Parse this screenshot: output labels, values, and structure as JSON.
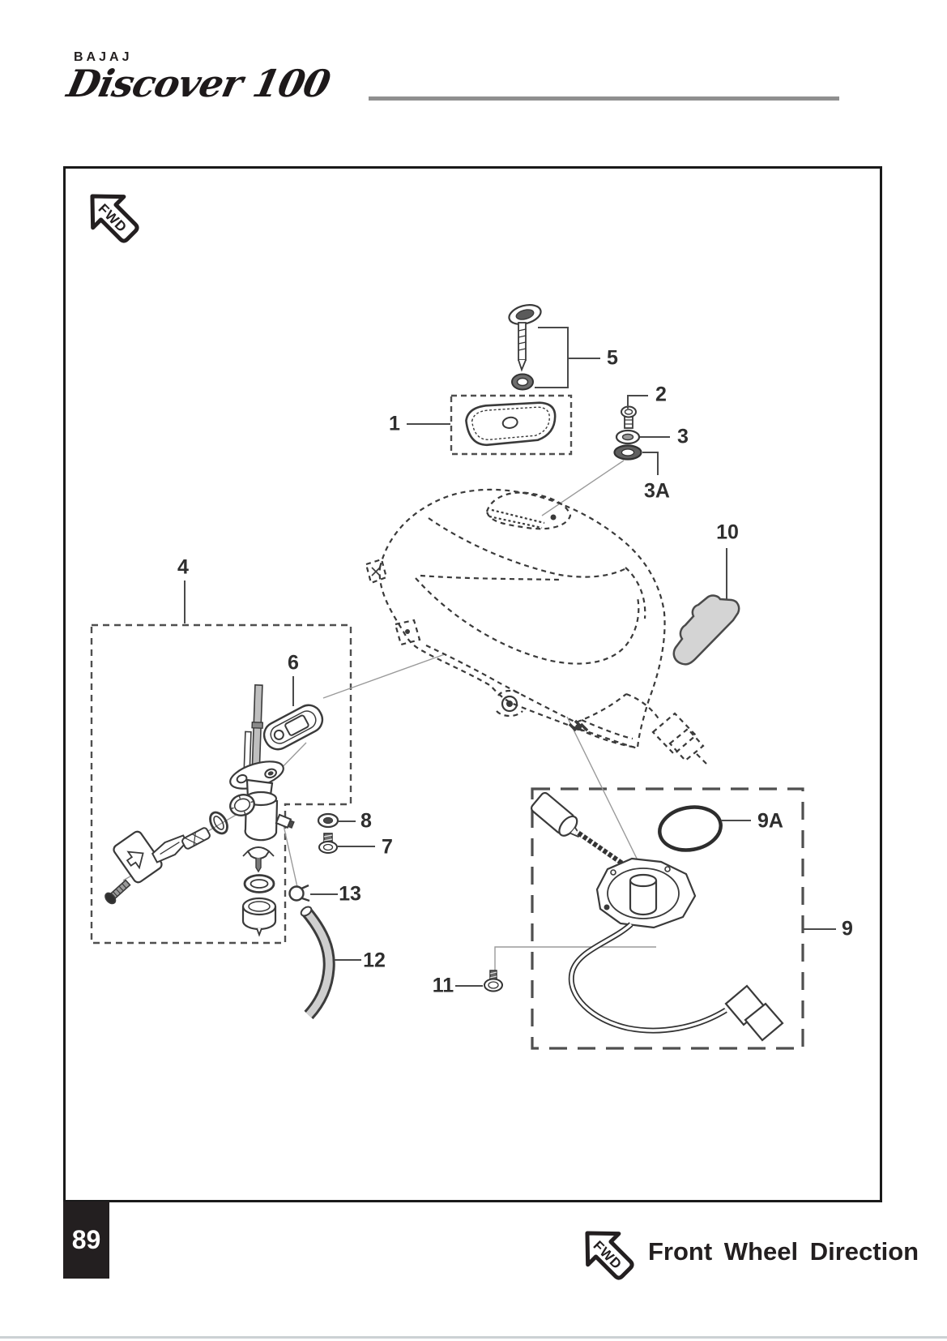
{
  "header": {
    "brand": "BAJAJ",
    "model": "Discover 100"
  },
  "fwd": "FWD",
  "footer": {
    "page_number": "89",
    "direction_label": "Front Wheel Direction"
  },
  "callouts": [
    {
      "label": "1"
    },
    {
      "label": "2"
    },
    {
      "label": "3"
    },
    {
      "label": "3A"
    },
    {
      "label": "4"
    },
    {
      "label": "5"
    },
    {
      "label": "6"
    },
    {
      "label": "7"
    },
    {
      "label": "8"
    },
    {
      "label": "9"
    },
    {
      "label": "9A"
    },
    {
      "label": "10"
    },
    {
      "label": "11"
    },
    {
      "label": "12"
    },
    {
      "label": "13"
    }
  ],
  "colors": {
    "ink": "#3a3a3a",
    "accent_gray": "#8f8f8f",
    "footer_black": "#231f20"
  }
}
